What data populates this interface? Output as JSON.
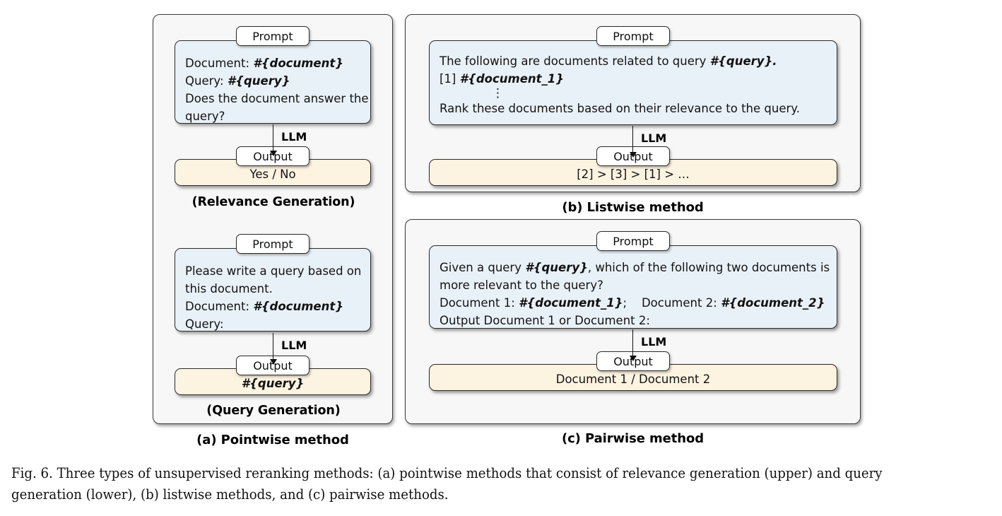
{
  "figure": {
    "caption": "Fig. 6. Three types of unsupervised reranking methods: (a) pointwise methods that consist of relevance generation (upper) and query generation (lower), (b) listwise methods, and (c) pairwise methods."
  },
  "labels": {
    "prompt": "Prompt",
    "output": "Output",
    "llm": "LLM",
    "vdots": "⋮"
  },
  "colors": {
    "prompt_bg": "#e9f1f8",
    "output_bg": "#fdf3e1",
    "panel_bg": "#f7f7f7",
    "border": "#2b2b2b",
    "text": "#121212"
  },
  "panels": {
    "a": {
      "caption": "(a) Pointwise method",
      "sub_a": {
        "caption": "(Relevance Generation)",
        "prompt_lines": [
          {
            "parts": [
              {
                "t": "Document: ",
                "b": false
              },
              {
                "t": "#{document}",
                "b": true
              }
            ]
          },
          {
            "parts": [
              {
                "t": "Query: ",
                "b": false
              },
              {
                "t": "#{query}",
                "b": true
              }
            ]
          },
          {
            "parts": [
              {
                "t": "Does the document answer the",
                "b": false
              }
            ]
          },
          {
            "parts": [
              {
                "t": "query?",
                "b": false
              }
            ]
          }
        ],
        "output_lines": [
          {
            "parts": [
              {
                "t": "Yes / No",
                "b": false
              }
            ]
          }
        ]
      },
      "sub_b": {
        "caption": "(Query Generation)",
        "prompt_lines": [
          {
            "parts": [
              {
                "t": "Please write a query based on",
                "b": false
              }
            ]
          },
          {
            "parts": [
              {
                "t": "this document.",
                "b": false
              }
            ]
          },
          {
            "parts": [
              {
                "t": "Document: ",
                "b": false
              },
              {
                "t": "#{document}",
                "b": true
              }
            ]
          },
          {
            "parts": [
              {
                "t": "Query:",
                "b": false
              }
            ]
          }
        ],
        "output_lines": [
          {
            "parts": [
              {
                "t": "#{query}",
                "b": true
              }
            ]
          }
        ]
      }
    },
    "b": {
      "caption": "(b) Listwise method",
      "prompt_lines": [
        {
          "parts": [
            {
              "t": "The following are documents related to query ",
              "b": false
            },
            {
              "t": "#{query}.",
              "b": true
            }
          ]
        },
        {
          "parts": [
            {
              "t": "[1] ",
              "b": false
            },
            {
              "t": "#{document_1}",
              "b": true
            }
          ]
        },
        {
          "dots": true
        },
        {
          "parts": [
            {
              "t": "Rank these documents based on their relevance to the query.",
              "b": false
            }
          ]
        }
      ],
      "output_lines": [
        {
          "parts": [
            {
              "t": "[2] > [3] > [1] > …",
              "b": false
            }
          ]
        }
      ]
    },
    "c": {
      "caption": "(c) Pairwise method",
      "prompt_lines": [
        {
          "parts": [
            {
              "t": "Given a query ",
              "b": false
            },
            {
              "t": "#{query}",
              "b": true
            },
            {
              "t": ", which of the following two documents is",
              "b": false
            }
          ]
        },
        {
          "parts": [
            {
              "t": "more relevant to the query?",
              "b": false
            }
          ]
        },
        {
          "parts": [
            {
              "t": "Document 1: ",
              "b": false
            },
            {
              "t": "#{document_1}",
              "b": true
            },
            {
              "t": ";    Document 2: ",
              "b": false
            },
            {
              "t": "#{document_2}",
              "b": true
            }
          ]
        },
        {
          "parts": [
            {
              "t": "Output Document 1 or Document 2:",
              "b": false
            }
          ]
        }
      ],
      "output_lines": [
        {
          "parts": [
            {
              "t": "Document 1 / Document 2",
              "b": false
            }
          ]
        }
      ]
    }
  }
}
